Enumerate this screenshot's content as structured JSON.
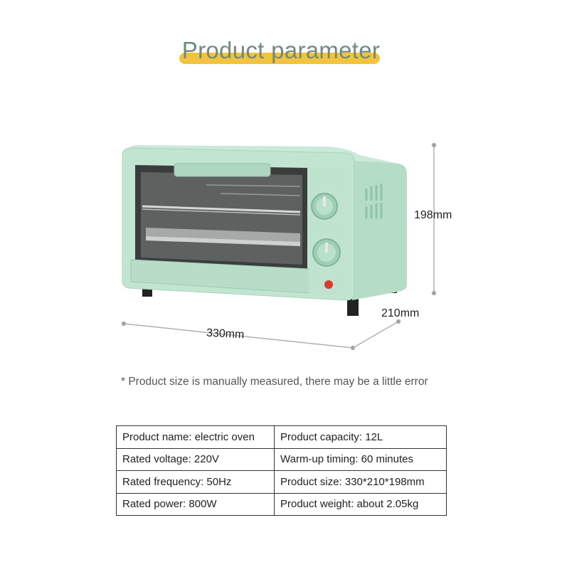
{
  "header": {
    "title": "Product parameter"
  },
  "dimensions": {
    "width": "330mm",
    "depth": "210mm",
    "height": "198mm"
  },
  "note": "* Product size is manually measured, there may be a little error",
  "parameters": [
    [
      "Product name: electric oven",
      "Product capacity: 12L"
    ],
    [
      "Rated voltage: 220V",
      "Warm-up timing: 60 minutes"
    ],
    [
      "Rated frequency: 50Hz",
      "Product size: 330*210*198mm"
    ],
    [
      "Rated power: 800W",
      "Product weight: about 2.05kg"
    ]
  ],
  "colors": {
    "title_text": "#6f8a80",
    "title_highlight": "#f2c33f",
    "oven_body": "#bfe3cf"
  }
}
